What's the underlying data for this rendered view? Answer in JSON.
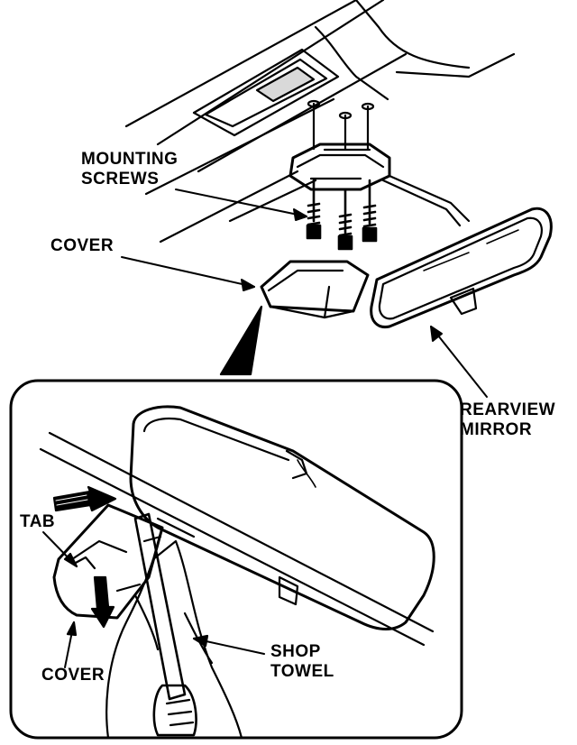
{
  "labels": {
    "mounting_screws": [
      "MOUNTING",
      "SCREWS"
    ],
    "cover_top": "COVER",
    "rearview_mirror": [
      "REARVIEW",
      "MIRROR"
    ],
    "tab": "TAB",
    "shop_towel": [
      "SHOP",
      "TOWEL"
    ],
    "cover_bottom": "COVER"
  },
  "colors": {
    "ink": "#000000",
    "paper": "#ffffff"
  }
}
